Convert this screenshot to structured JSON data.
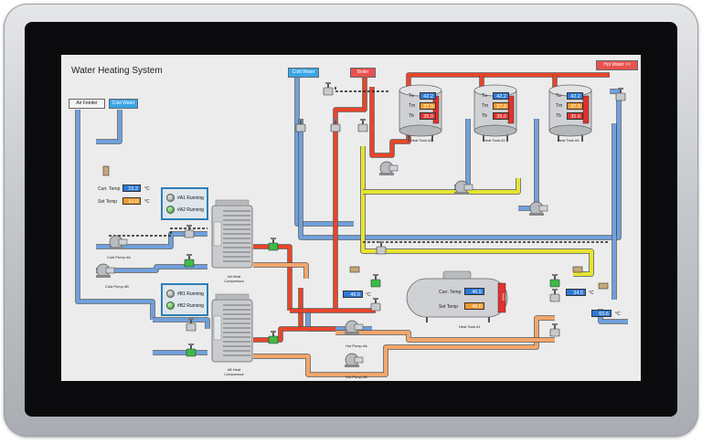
{
  "title": "Water Heating System",
  "sources": {
    "air_feeder": "Air Feeder",
    "cold_water_left": "Cold Water",
    "cold_water_top": "Cold Water",
    "boiler": "Boiler",
    "hot_water": "Hot Water >>"
  },
  "left_readout": {
    "curr_label": "Curr. Temp",
    "curr_value": "15.2",
    "curr_unit": "°C",
    "set_label": "Set Temp",
    "set_value": "10.0",
    "set_unit": "°C"
  },
  "compressor_panels": [
    {
      "status1": "#A1 Running",
      "status2": "#A2 Running"
    },
    {
      "status1": "#B1 Running",
      "status2": "#B2 Running"
    }
  ],
  "compressors": [
    "#A Heat Compressor",
    "#B Heat Compressor"
  ],
  "cold_pumps": [
    "Cold Pump #A",
    "Cold Pump #B"
  ],
  "hot_pumps": [
    "Hot Pump #A",
    "Hot Pump #B"
  ],
  "hot_tanks": [
    {
      "label": "Heat Tank #2",
      "rows": [
        "Tu",
        "Tm",
        "Tb"
      ],
      "values": [
        "42.2",
        "37.3",
        "35.0"
      ]
    },
    {
      "label": "Heat Tank #3",
      "rows": [
        "Tu",
        "Tm",
        "Tb"
      ],
      "values": [
        "42.2",
        "37.3",
        "35.0"
      ]
    },
    {
      "label": "Heat Tank #4",
      "rows": [
        "Tu",
        "Tm",
        "Tb"
      ],
      "values": [
        "42.2",
        "37.3",
        "35.0"
      ]
    }
  ],
  "main_tank": {
    "label": "Heat Tank #1",
    "curr_label": "Curr. Temp",
    "curr_value": "46.5",
    "set_label": "Set Temp",
    "set_value": "45.0",
    "gauge": "56%"
  },
  "mid_readout": {
    "value": "46.0",
    "unit": "°C"
  },
  "right_readout": {
    "value": "34.5",
    "unit": "°C"
  },
  "far_right_readout": {
    "value": "60.6",
    "unit": "°C"
  },
  "colors": {
    "hot": "#e8452a",
    "cold": "#6fa0dd",
    "warm": "#f5a56a",
    "yellow": "#e6e530",
    "pump_green": "#3dbb47"
  }
}
